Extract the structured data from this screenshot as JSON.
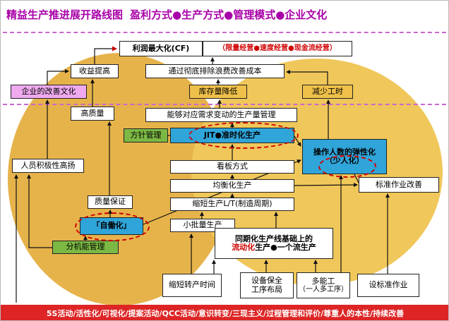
{
  "title": {
    "main": "精益生产推进展开路线图",
    "subtitle": "盈利方式●生产方式●管理模式●企业文化"
  },
  "boxes": {
    "profit_max": "利润最大化(CF)",
    "profit_note": "（限量经营●速度经营●现金流经营）",
    "revenue_up": "收益提高",
    "cost_improve": "通过彻底排除浪费改善成本",
    "kaizen_culture": "企业的改善文化",
    "inventory_down": "库存量降低",
    "manhour_down": "减少工时",
    "high_quality": "高质量",
    "demand_mgmt": "能够对应需求变动的生产量管理",
    "policy_mgmt": "方针管理",
    "jit": "JIT●准时化生产",
    "flexibility_line1": "操作人数的弹性化",
    "flexibility_line2": "（少人化）",
    "morale": "人员积极性高扬",
    "kanban": "看板方式",
    "heijunka": "均衡化生产",
    "std_work_improve": "标准作业改善",
    "quality_assurance": "质量保证",
    "leadtime": "缩短生产L/T(制造周期)",
    "jidoka": "「自働化」",
    "small_batch": "小批量生产",
    "flow_line1": "同期化生产线基础上的",
    "flow_red": "流动化",
    "flow_rest": "生产●一个流生产",
    "func_mgmt": "分机能管理",
    "changeover": "缩短转产时间",
    "equipment_line1": "设备保全",
    "equipment_line2": "工序布局",
    "multiskill_line1": "多能工",
    "multiskill_line2": "（一人多工序）",
    "std_work": "设标准作业"
  },
  "footer": "5S活动/活性化/可视化/提案活动/QCC活动/意识转变/三现主义/过程管理和评价/尊重人的本性/持续改善",
  "colors": {
    "purple": "#a800a8",
    "sep": "#cc66cc",
    "red": "#d00000",
    "blue": "#2fa5d9",
    "green": "#7cb944",
    "pink": "#efaaef",
    "yellow": "#efc04a",
    "footer_red": "#dd2525",
    "ellipse_left": "#e6b34b",
    "ellipse_right": "#f0c75a"
  }
}
